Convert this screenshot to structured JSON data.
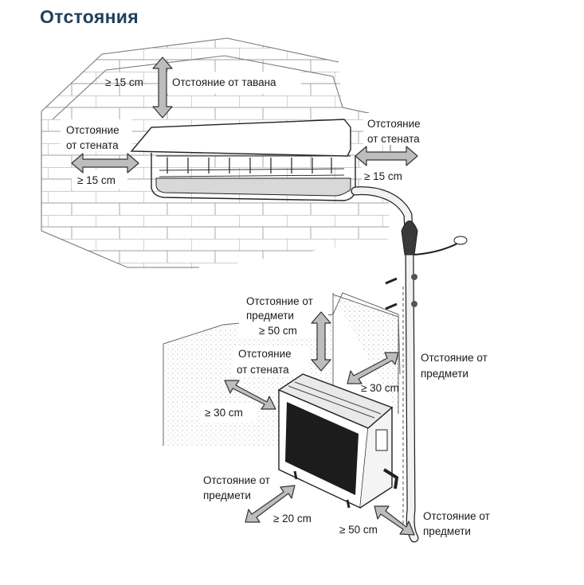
{
  "title": "Отстояния",
  "labels": {
    "ceiling_value": "≥ 15 cm",
    "ceiling_text": "Отстояние от тавана",
    "left_wall_line1": "Отстояние",
    "left_wall_line2": "от стената",
    "left_wall_value": "≥ 15 cm",
    "right_wall_line1": "Отстояние",
    "right_wall_line2": "от стената",
    "right_wall_value": "≥ 15 cm",
    "outdoor_top_line1": "Отстояние от",
    "outdoor_top_line2": "предмети",
    "outdoor_top_value": "≥ 50 cm",
    "outdoor_wall_line1": "Отстояние",
    "outdoor_wall_line2": "от стената",
    "outdoor_wall_value": "≥ 30 cm",
    "outdoor_side_line1": "Отстояние от",
    "outdoor_side_line2": "предмети",
    "outdoor_side_value": "≥ 30 cm",
    "outdoor_front_line1": "Отстояние от",
    "outdoor_front_line2": "предмети",
    "outdoor_front_value": "≥ 20 cm",
    "outdoor_rear_line1": "Отстояние от",
    "outdoor_rear_line2": "предмети",
    "outdoor_rear_value": "≥ 50 cm"
  },
  "colors": {
    "title": "#1f3f5b",
    "arrow_fill": "#bdbdbd",
    "outdoor_grille": "#1c1c1c"
  },
  "icons": [
    "indoor-ac-unit",
    "outdoor-ac-unit",
    "refrigerant-pipe",
    "double-arrow",
    "wall-bracket",
    "screw"
  ]
}
